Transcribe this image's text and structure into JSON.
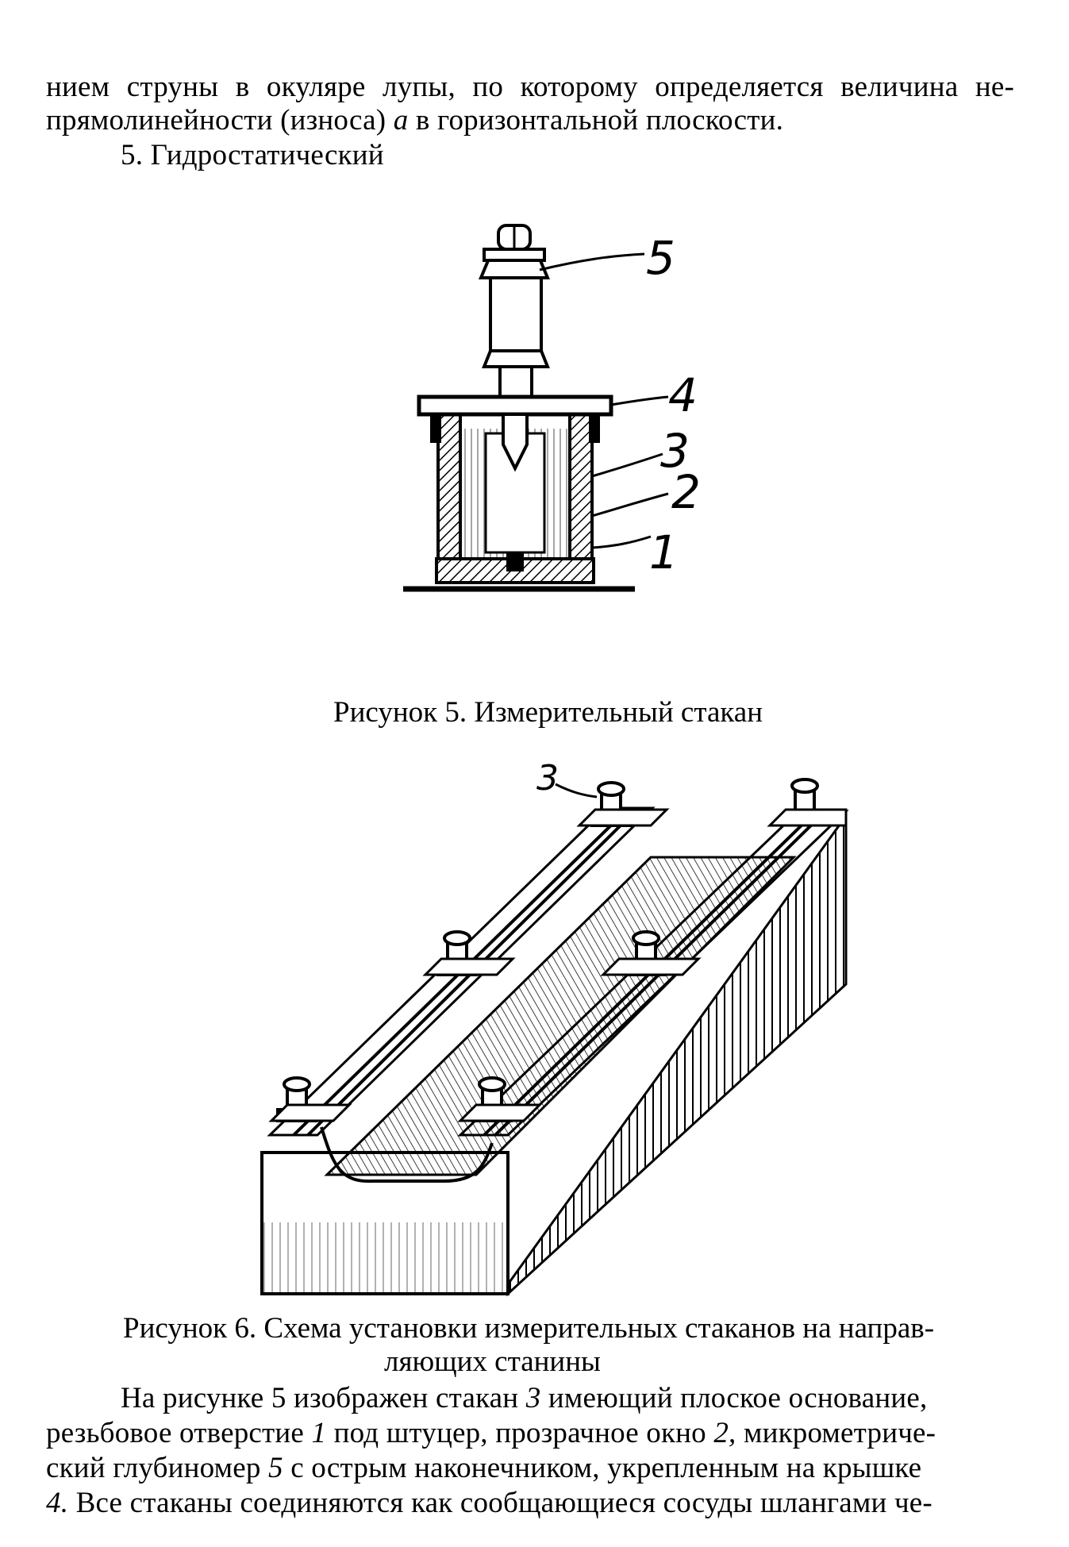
{
  "page": {
    "paragraph_top": {
      "line1": "нием струны в окуляре лупы, по которому определяется величина не-",
      "line2_before_var": "прямолинейности (износа) ",
      "line2_var": "a",
      "line2_after_var": " в горизонтальной плоскости.",
      "item": "5. Гидростатический"
    },
    "figure5": {
      "labels": [
        "5",
        "4",
        "3",
        "2",
        "1"
      ],
      "caption": "Рисунок 5. Измерительный стакан"
    },
    "figure6": {
      "label": "3",
      "caption_line1": "Рисунок 6. Схема установки измерительных стаканов на направ-",
      "caption_line2": "ляющих станины"
    },
    "paragraph_bottom": {
      "line1_a": "На рисунке 5 изображен стакан ",
      "line1_var": "3",
      "line1_b": " имеющий плоское основание,",
      "line2_a": "резьбовое отверстие ",
      "line2_var": "1",
      "line2_b": " под штуцер, прозрачное окно ",
      "line2_var2": "2,",
      "line2_c": " микрометриче-",
      "line3_a": "ский глубиномер ",
      "line3_var": "5",
      "line3_b": " с острым наконечником, укрепленным на крышке",
      "line4_var": "4.",
      "line4_b": " Все стаканы соединяются как сообщающиеся сосуды шлангами че-"
    }
  }
}
